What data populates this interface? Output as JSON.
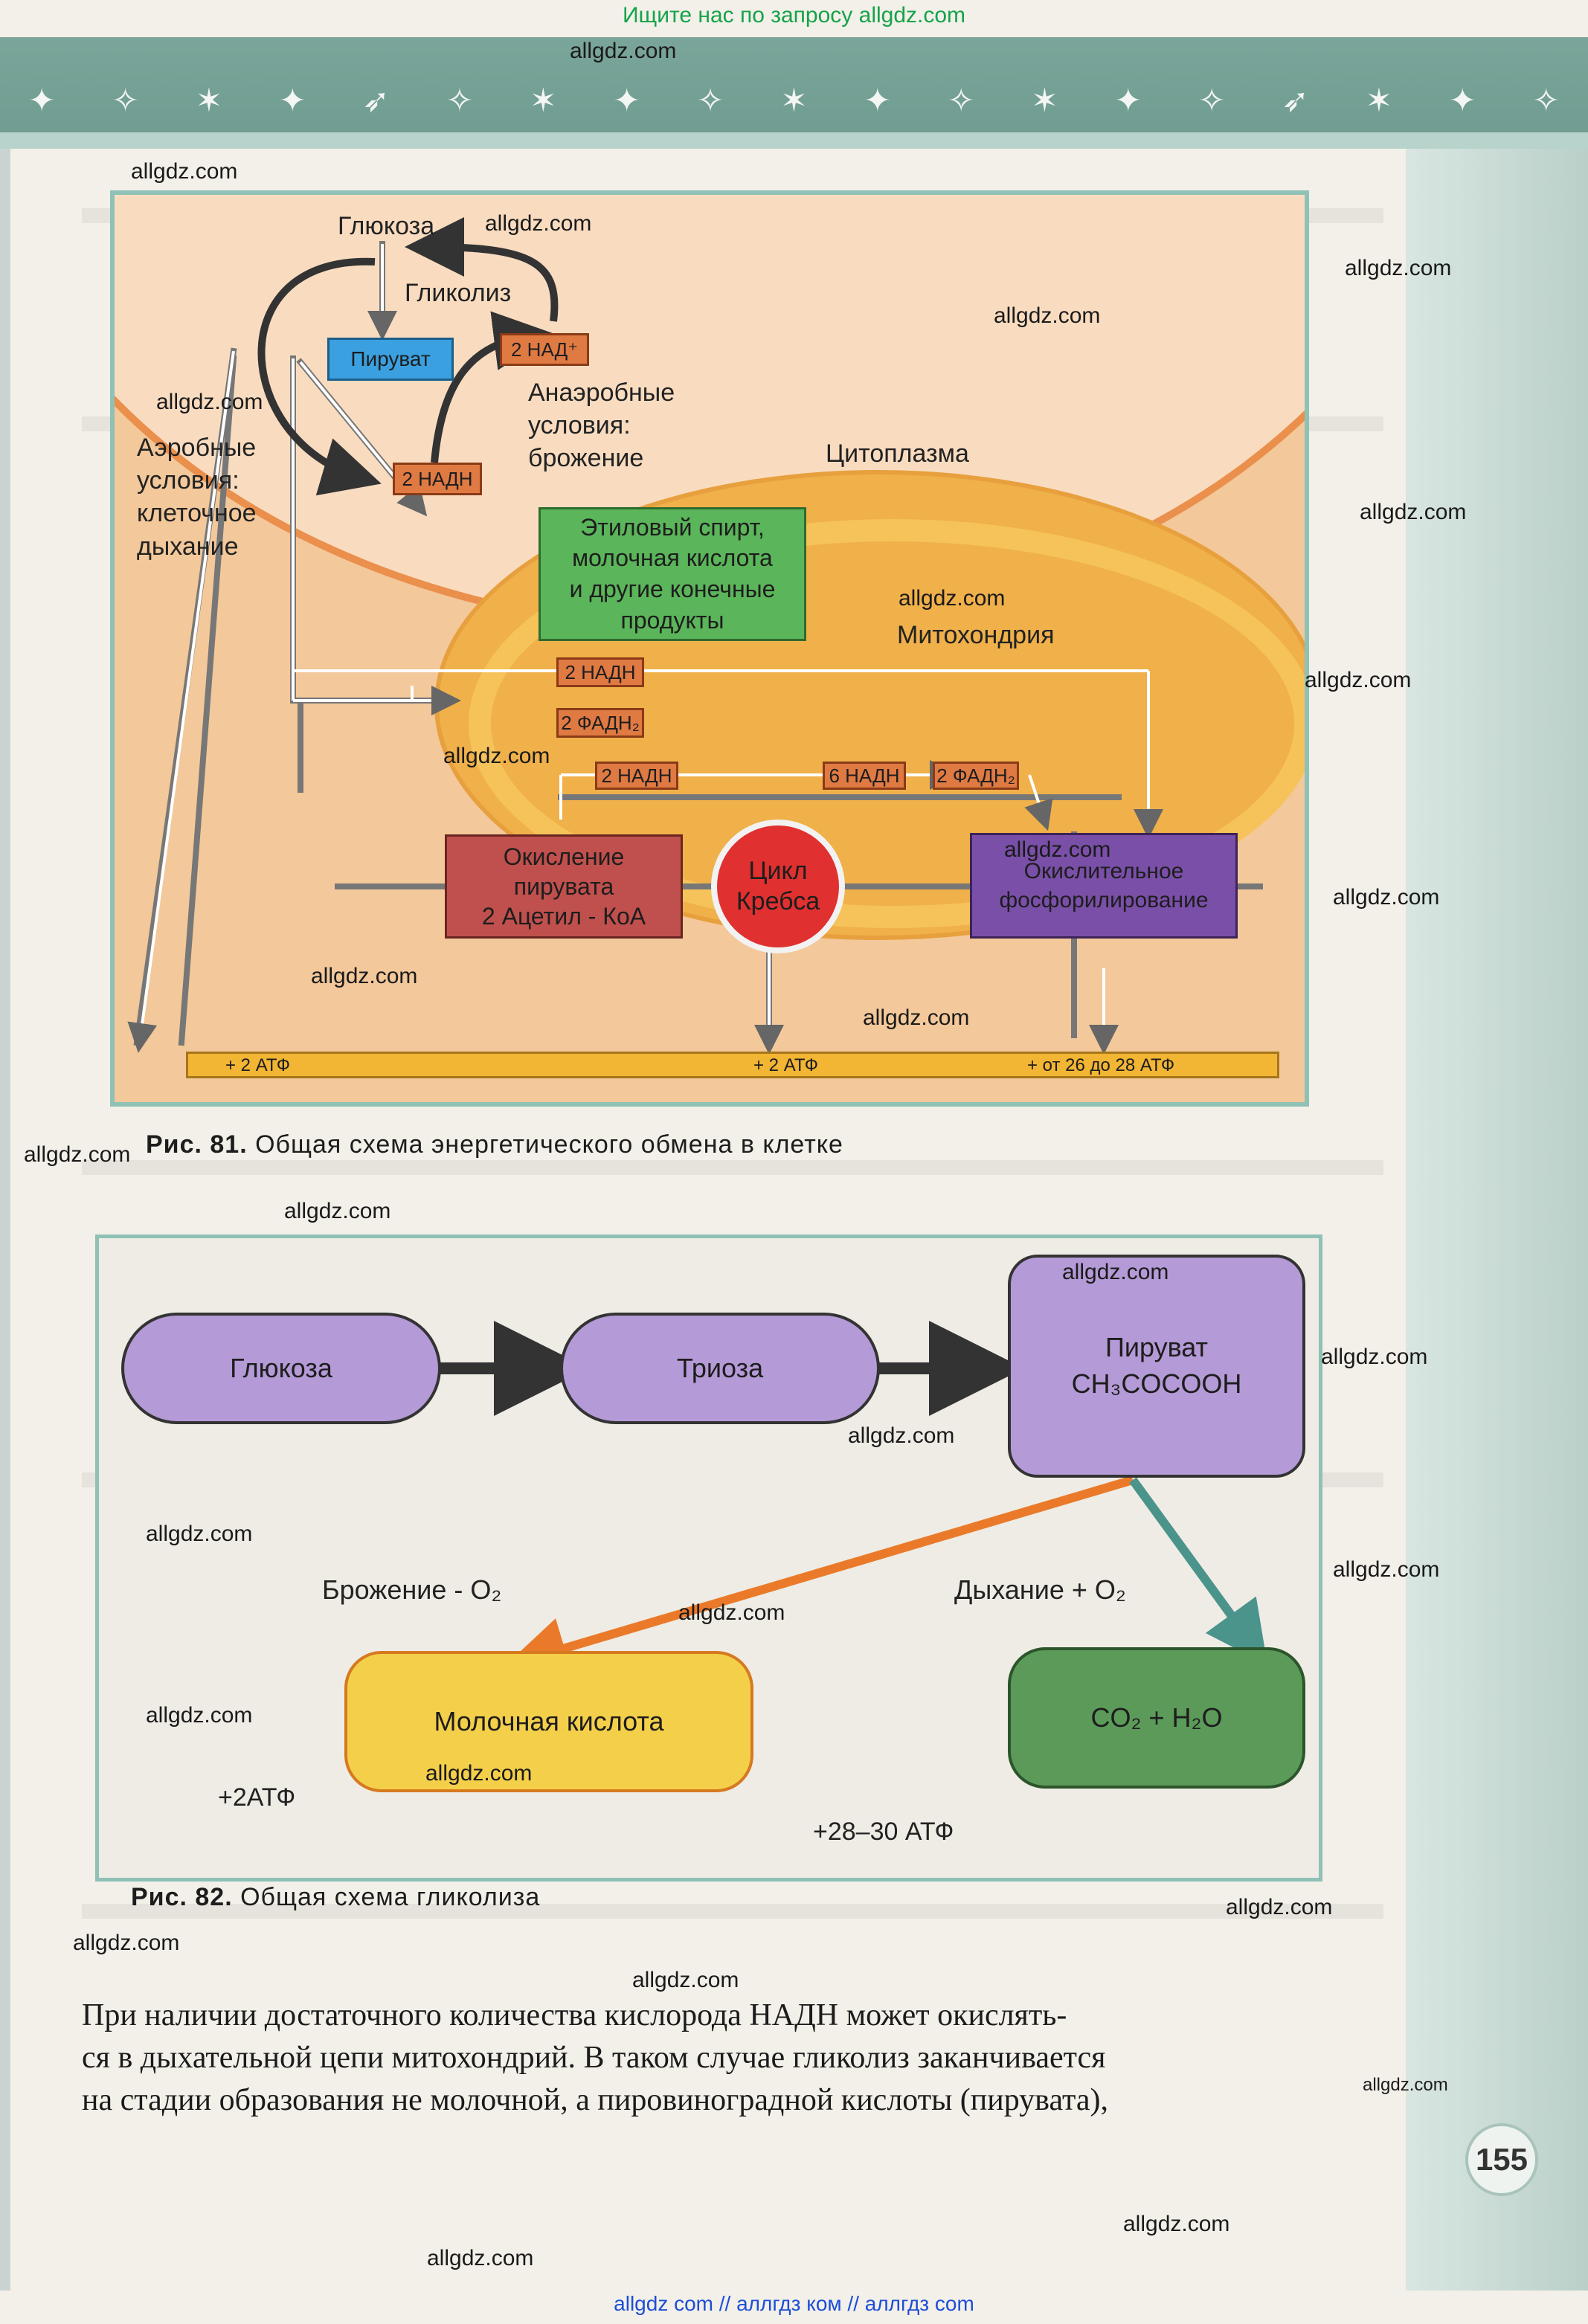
{
  "site_banner": "Ищите нас по запросу allgdz.com",
  "footer": "allgdz com  //  аллгдз ком  //  аллгдз com",
  "watermark": "allgdz.com",
  "page_number": "155",
  "fig81": {
    "glucose": "Глюкоза",
    "glycolysis": "Гликолиз",
    "pyruvate": "Пируват",
    "nad": "2 НАД⁺",
    "nadh_a": "2 НАДН",
    "anaerobic": [
      "Анаэробные",
      "условия:",
      "брожение"
    ],
    "aerobic": [
      "Аэробные",
      "условия:",
      "клеточное",
      "дыхание"
    ],
    "cytoplasm": "Цитоплазма",
    "end_products": [
      "Этиловый спирт,",
      "молочная кислота",
      "и другие конечные",
      "продукты"
    ],
    "mitochondria": "Митохондрия",
    "nadh_b": "2 НАДН",
    "fadh_b": "2 ФАДН₂",
    "nadh_c": "2 НАДН",
    "nadh_d": "6 НАДН",
    "fadh_d": "2 ФАДН₂",
    "pyruvate_ox": [
      "Окисление",
      "пирувата",
      "2 Ацетил - КоА"
    ],
    "krebs": [
      "Цикл",
      "Кребса"
    ],
    "oxphos": [
      "Окислительное",
      "фосфорилирование"
    ],
    "atp1": "+ 2 АТФ",
    "atp2": "+ 2 АТФ",
    "atp3": "+ от 26 до 28 АТФ",
    "caption_num": "Рис. 81.",
    "caption_text": "Общая схема энергетического обмена в клетке"
  },
  "fig82": {
    "glucose": "Глюкоза",
    "triose": "Триоза",
    "pyruvate1": "Пируват",
    "pyruvate2": "CH₃COCOOH",
    "ferment": "Брожение - O₂",
    "respiration": "Дыхание + O₂",
    "lactic": "Молочная кислота",
    "co2": "CO₂ + H₂O",
    "atp_a": "+2АТФ",
    "atp_b": "+28–30 АТФ",
    "caption_num": "Рис. 82.",
    "caption_text": "Общая схема гликолиза"
  },
  "body_text": [
    "При наличии достаточного количества кислорода НАДН может окислять-",
    "ся в дыхательной цепи митохондрий. В таком случае гликолиз заканчивается",
    "на стадии образования не молочной, а пировиноградной кислоты (пирувата),"
  ],
  "colors": {
    "pyruvate": "#3aa0e0",
    "products": "#5bb55a",
    "oxidation": "#c0504d",
    "krebs": "#e03030",
    "oxphos": "#7a4fa8",
    "node": "#b49ad6",
    "lactic": "#f4cf4a",
    "co2": "#5c9a5a"
  }
}
